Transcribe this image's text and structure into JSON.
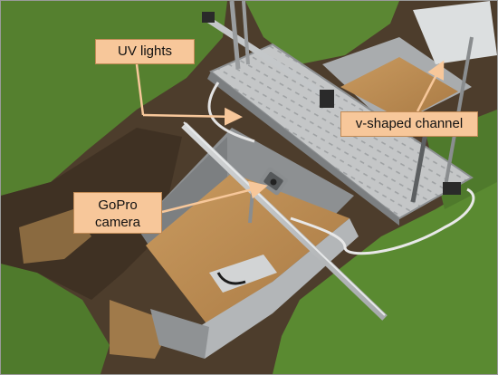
{
  "annotations": {
    "uv_lights": "UV lights",
    "v_channel": "v-shaped channel",
    "gopro_line1": "GoPro",
    "gopro_line2": "camera"
  },
  "colors": {
    "callout_fill": "#f7c79a",
    "callout_border": "#c08a55",
    "arrow": "#f7c79a",
    "grass": "#4f7a2c",
    "soil": "#4a3a2a",
    "muddy_water": "#b98a52",
    "metal": "#b9bcbe"
  }
}
